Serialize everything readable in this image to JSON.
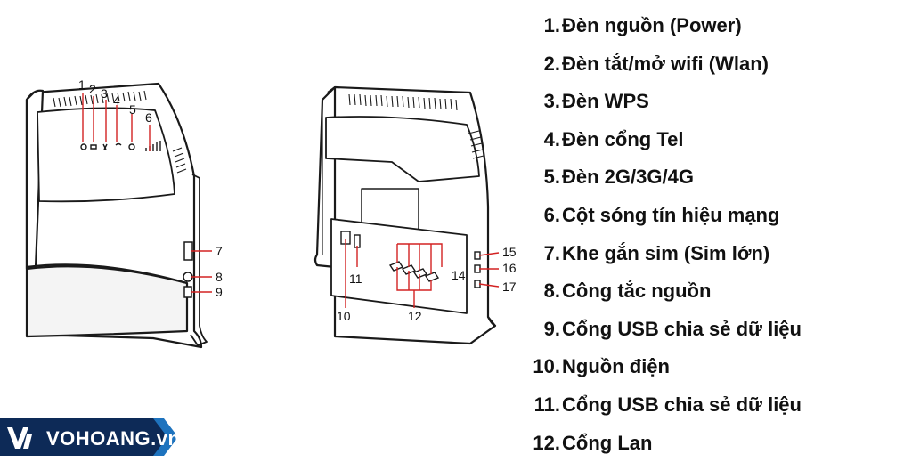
{
  "callouts_front": [
    "1",
    "2",
    "3",
    "4",
    "5",
    "6",
    "7",
    "8",
    "9"
  ],
  "callouts_back": [
    "10",
    "11",
    "12",
    "14",
    "15",
    "16",
    "17"
  ],
  "legend": [
    {
      "num": "1.",
      "text": "Đèn nguồn (Power)"
    },
    {
      "num": "2.",
      "text": "Đèn tắt/mở wifi (Wlan)"
    },
    {
      "num": "3.",
      "text": "Đèn WPS"
    },
    {
      "num": "4.",
      "text": "Đèn cổng Tel"
    },
    {
      "num": "5.",
      "text": "Đèn 2G/3G/4G"
    },
    {
      "num": "6.",
      "text": "Cột sóng tín hiệu mạng"
    },
    {
      "num": "7.",
      "text": "Khe gắn sim (Sim lớn)"
    },
    {
      "num": "8.",
      "text": "Công tắc nguồn"
    },
    {
      "num": "9.",
      "text": "Cổng USB chia sẻ dữ liệu"
    },
    {
      "num": "10.",
      "text": "Nguồn điện"
    },
    {
      "num": "11.",
      "text": "Cổng USB chia sẻ dữ liệu"
    },
    {
      "num": "12.",
      "text": "Cổng Lan"
    }
  ],
  "brand": {
    "name": "VOHOANG.vn",
    "logo": "vh-logo",
    "colors": {
      "primary": "#0d2a57",
      "stripe": "#1e73be"
    }
  },
  "colors": {
    "callout_line": "#d32222",
    "device_stroke": "#1a1a1a"
  }
}
